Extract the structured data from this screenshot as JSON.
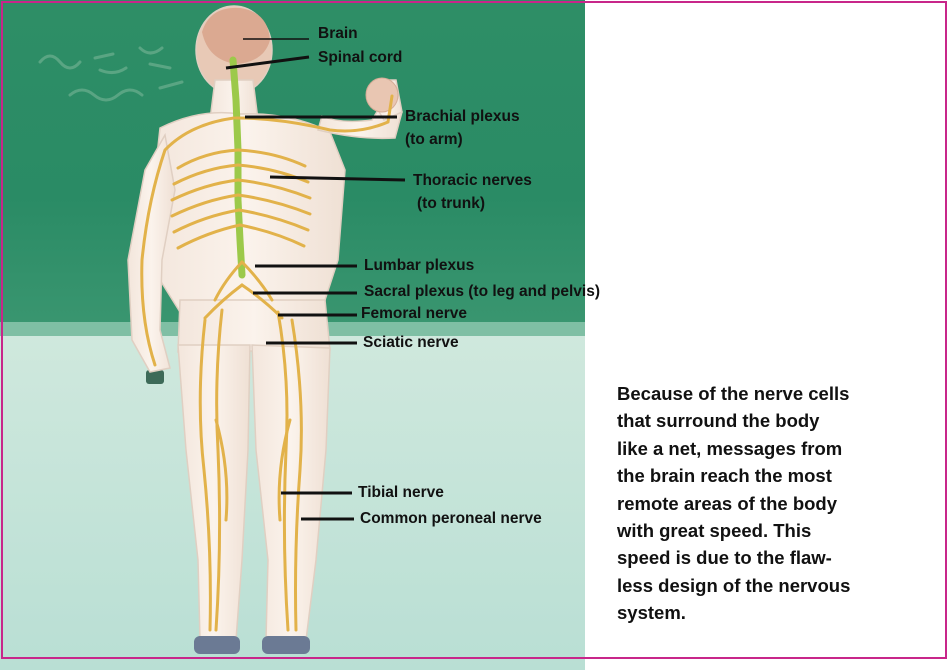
{
  "labels": {
    "brain": "Brain",
    "spinal_cord": "Spinal cord",
    "brachial_plexus": "Brachial plexus",
    "brachial_plexus_sub": "(to arm)",
    "thoracic_nerves": "Thoracic nerves",
    "thoracic_nerves_sub": "(to trunk)",
    "lumbar_plexus": "Lumbar plexus",
    "sacral_plexus": "Sacral plexus (to leg and pelvis)",
    "femoral_nerve": "Femoral nerve",
    "sciatic_nerve": "Sciatic nerve",
    "tibial_nerve": "Tibial nerve",
    "common_peroneal_nerve": "Common peroneal nerve"
  },
  "description_lines": [
    "Because of the nerve cells",
    "that surround the body",
    "like a net, messages from",
    "the brain reach the most",
    "remote areas of the body",
    "with great speed. This",
    "speed is due to the flaw-",
    "less design of the nervous",
    "system."
  ],
  "colors": {
    "frame_border": "#c8268a",
    "board_green": "#2f8f67",
    "nerve": "#e2b24a",
    "spinal_cord": "#9cc94a",
    "leader_line": "#111111"
  }
}
